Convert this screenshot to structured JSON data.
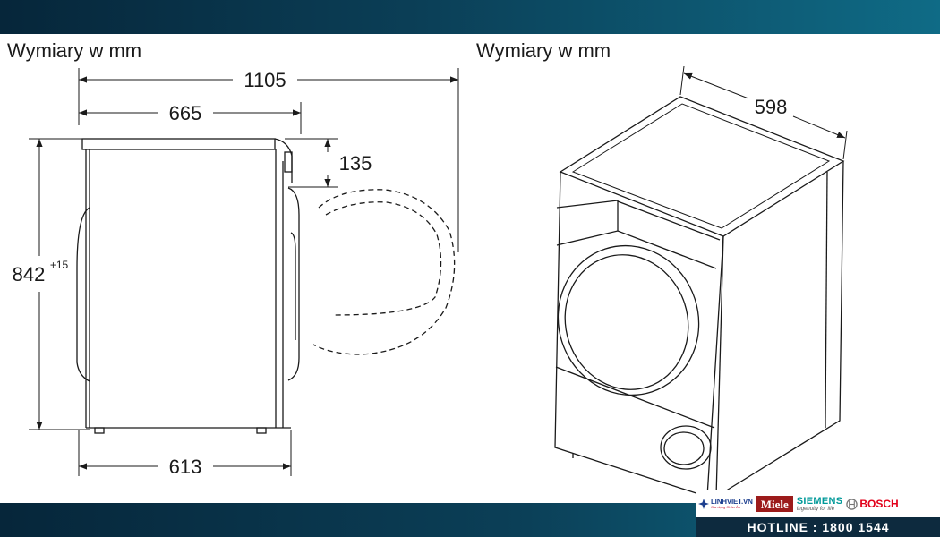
{
  "left_view": {
    "title": "Wymiary w mm",
    "dim_overall_depth": "1105",
    "dim_body_depth": "665",
    "dim_door_protrusion": "135",
    "dim_height": "842",
    "dim_height_tolerance": "+15",
    "dim_base_depth": "613"
  },
  "right_view": {
    "title": "Wymiary w mm",
    "dim_width": "598"
  },
  "branding": {
    "linhviet_name": "LINHVIET.VN",
    "linhviet_tagline": "Gia dụng Chân Âu",
    "miele": "Miele",
    "siemens_name": "SIEMENS",
    "siemens_tagline": "Ingenuity for life",
    "bosch_name": "BOSCH",
    "hotline": "HOTLINE : 1800 1544"
  }
}
